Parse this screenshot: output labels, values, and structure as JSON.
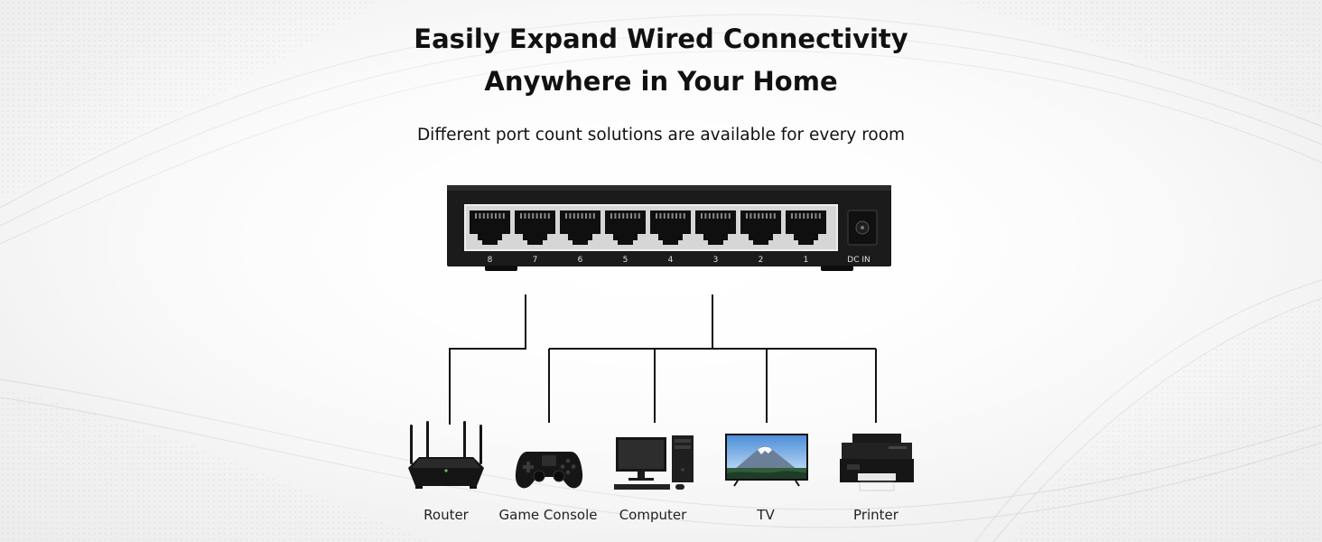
{
  "header": {
    "title_line1": "Easily Expand Wired Connectivity",
    "title_line2": "Anywhere in Your Home",
    "subtitle": "Different port count solutions are available for every room"
  },
  "switch": {
    "ports": [
      {
        "label": "8"
      },
      {
        "label": "7"
      },
      {
        "label": "6"
      },
      {
        "label": "5"
      },
      {
        "label": "4"
      },
      {
        "label": "3"
      },
      {
        "label": "2"
      },
      {
        "label": "1"
      }
    ],
    "power_label": "DC IN"
  },
  "devices": [
    {
      "label": "Router",
      "icon": "router-icon"
    },
    {
      "label": "Game Console",
      "icon": "gamepad-icon"
    },
    {
      "label": "Computer",
      "icon": "computer-icon"
    },
    {
      "label": "TV",
      "icon": "tv-icon"
    },
    {
      "label": "Printer",
      "icon": "printer-icon"
    }
  ],
  "colors": {
    "switch_body": "#1a1a1a",
    "port_panel": "#d4d4d4",
    "wire": "#111111",
    "text": "#111111"
  }
}
